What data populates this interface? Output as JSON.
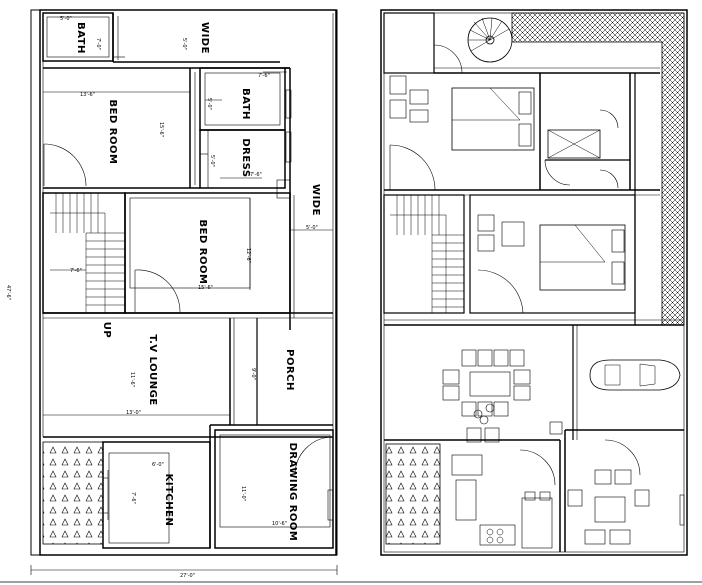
{
  "left_plan": {
    "rooms": {
      "bath_top": "BATH",
      "wide_top": "WIDE",
      "bath_mid": "BATH",
      "bed_room_1": "BED ROOM",
      "dress": "DRESS",
      "wide_right": "WIDE",
      "bed_room_2": "BED ROOM",
      "up": "UP",
      "tv_lounge": "T.V LOUNGE",
      "porch": "PORCH",
      "kitchen": "KITCHEN",
      "drawing_room": "DRAWING ROOM"
    },
    "dimensions": {
      "bath_top_w": "5'-0\"",
      "bath_top_h": "7'-0\"",
      "wide_top_h": "5'-0\"",
      "bath_mid_w": "7'-6\"",
      "bath_mid_h": "5'-0\"",
      "bed1_w": "13'-6\"",
      "bed1_h": "15'-6\"",
      "dress_w": "7'-6\"",
      "dress_h": "5'-0\"",
      "wide_right_w": "5'-0\"",
      "bed2_w": "15'-6\"",
      "bed2_h": "12'-6\"",
      "stair_w": "7'-6\"",
      "lounge_h": "11'-6\"",
      "lounge_w": "13'-0\"",
      "porch_w": "9'-0\"",
      "kitchen_w": "6'-0\"",
      "kitchen_h": "7'-6\"",
      "drawing_w": "10'-6\"",
      "drawing_h": "11'-0\"",
      "overall_width": "27'-0\"",
      "overall_depth": "47'-6\""
    }
  }
}
